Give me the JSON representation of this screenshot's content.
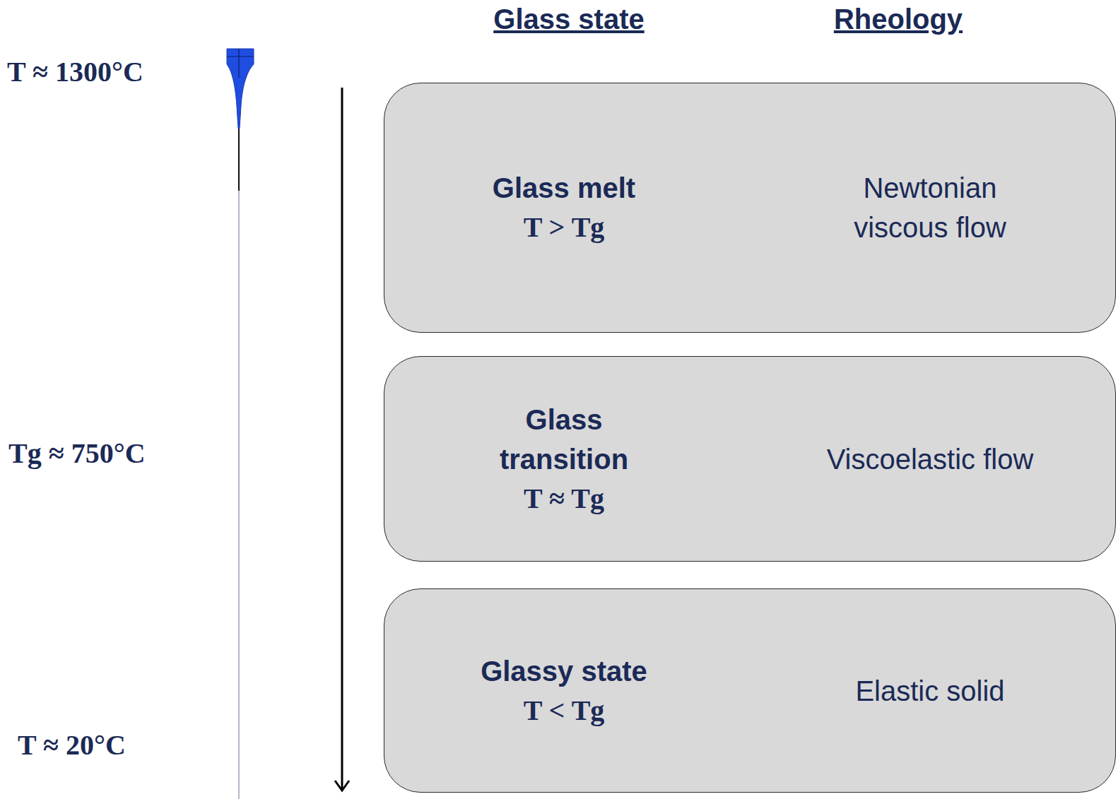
{
  "diagram": {
    "nodes": [
      {
        "text": [
          "Glass melt",
          "T > Tg",
          "Newtonian viscous flow"
        ]
      },
      {
        "text": [
          "Glass transition",
          "T ≈ Tg",
          "Viscoelastic flow"
        ]
      },
      {
        "text": [
          "Glassy state",
          "T < Tg",
          "Elastic solid"
        ]
      }
    ],
    "labels": [
      "Glass state",
      "Rheology",
      "T ≈ 1300°C",
      "Tg ≈ 750°C",
      "T ≈ 20°C"
    ]
  }
}
